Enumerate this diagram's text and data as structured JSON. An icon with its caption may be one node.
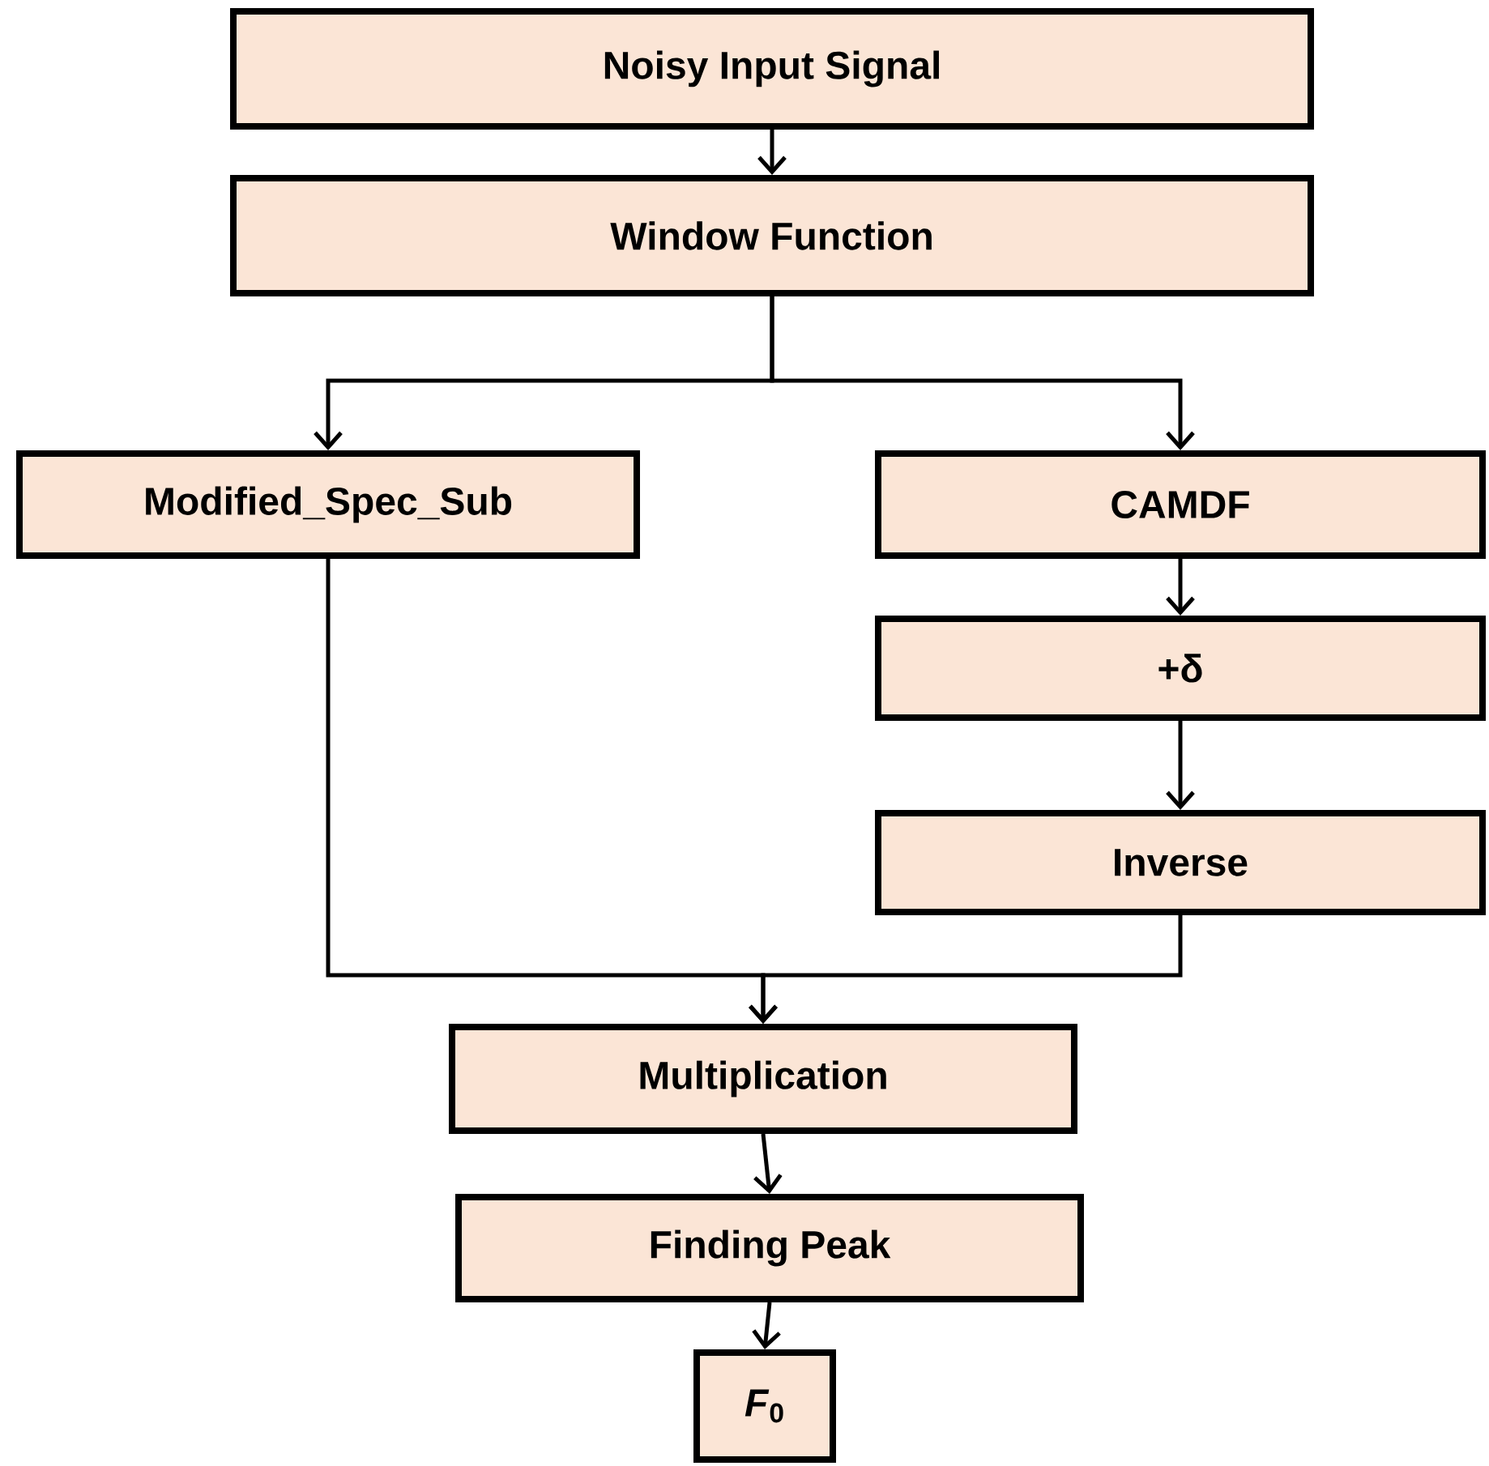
{
  "diagram": {
    "nodes": [
      {
        "text": [
          "Noisy Input Signal"
        ]
      },
      {
        "text": [
          "Window Function"
        ]
      },
      {
        "text": [
          "Modified_Spec_Sub"
        ]
      },
      {
        "text": [
          "CAMDF"
        ]
      },
      {
        "text": [
          "+δ"
        ]
      },
      {
        "text": [
          "Inverse"
        ]
      },
      {
        "text": [
          "Multiplication"
        ]
      },
      {
        "text": [
          "Finding Peak"
        ]
      },
      {
        "text": [
          "*F*$_{0}$"
        ]
      }
    ],
    "edges": [
      {
        "from": 0,
        "to": 1,
        "arrow": "to"
      },
      {
        "from": 1,
        "to": 2,
        "arrow": "to"
      },
      {
        "from": 1,
        "to": 3,
        "arrow": "to"
      },
      {
        "from": 3,
        "to": 4,
        "arrow": "to"
      },
      {
        "from": 4,
        "to": 5,
        "arrow": "to"
      },
      {
        "from": 2,
        "to": 6,
        "arrow": "to"
      },
      {
        "from": 5,
        "to": 6,
        "arrow": "to"
      },
      {
        "from": 6,
        "to": 7,
        "arrow": "to"
      },
      {
        "from": 7,
        "to": 8,
        "arrow": "to"
      }
    ]
  }
}
